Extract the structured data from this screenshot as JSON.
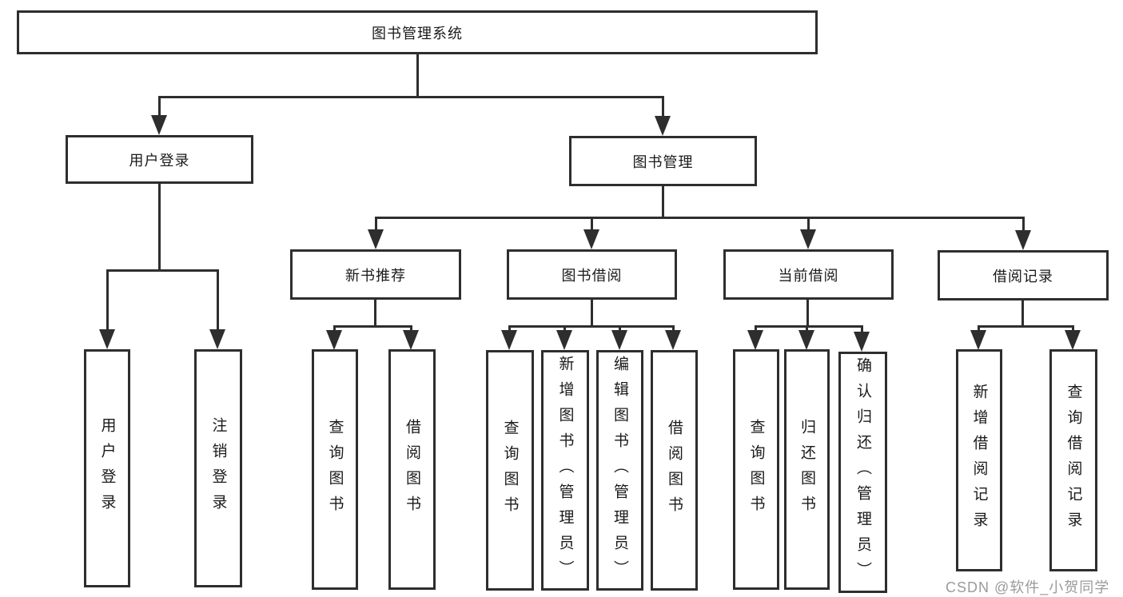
{
  "tree": {
    "label": "图书管理系统",
    "children": [
      {
        "label": "用户登录",
        "children": [
          {
            "label": "用户登录"
          },
          {
            "label": "注销登录"
          }
        ]
      },
      {
        "label": "图书管理",
        "children": [
          {
            "label": "新书推荐",
            "children": [
              {
                "label": "查询图书"
              },
              {
                "label": "借阅图书"
              }
            ]
          },
          {
            "label": "图书借阅",
            "children": [
              {
                "label": "查询图书"
              },
              {
                "label": "新增图书（管理员）"
              },
              {
                "label": "编辑图书（管理员）"
              },
              {
                "label": "借阅图书"
              }
            ]
          },
          {
            "label": "当前借阅",
            "children": [
              {
                "label": "查询图书"
              },
              {
                "label": "归还图书"
              },
              {
                "label": "确认归还（管理员）"
              }
            ]
          },
          {
            "label": "借阅记录",
            "children": [
              {
                "label": "新增借阅记录"
              },
              {
                "label": "查询借阅记录"
              }
            ]
          }
        ]
      }
    ]
  },
  "watermark": "CSDN @软件_小贺同学",
  "colors": {
    "line": "#2e2e2e",
    "text": "#1a1a1a",
    "watermark": "#9a9a9a",
    "background": "#ffffff"
  }
}
